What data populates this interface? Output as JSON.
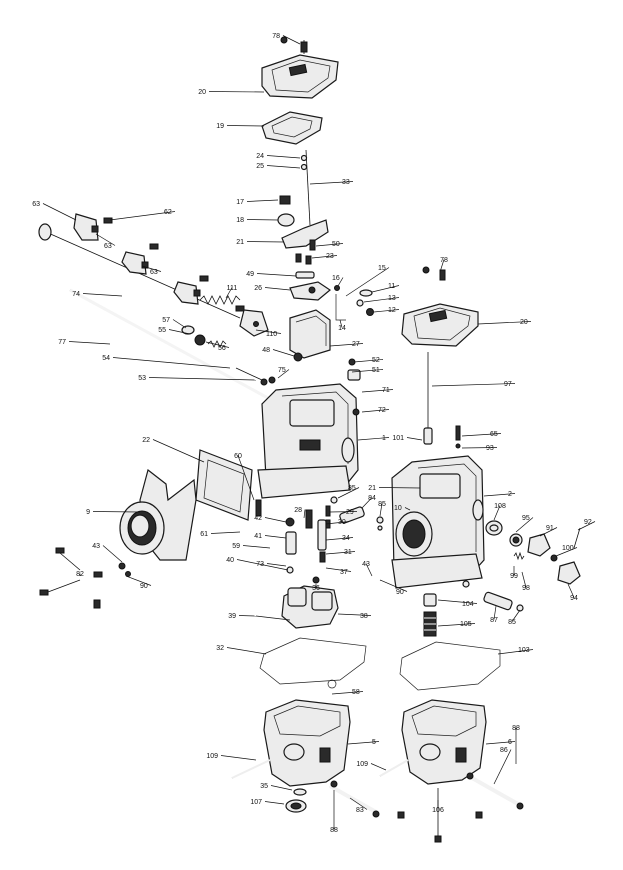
{
  "labels": [
    {
      "id": "c78a",
      "text": "78"
    },
    {
      "id": "c20a",
      "text": "20"
    },
    {
      "id": "c19",
      "text": "19"
    },
    {
      "id": "c24",
      "text": "24"
    },
    {
      "id": "c25",
      "text": "25"
    },
    {
      "id": "c33",
      "text": "33"
    },
    {
      "id": "c17",
      "text": "17"
    },
    {
      "id": "c18",
      "text": "18"
    },
    {
      "id": "c21a",
      "text": "21"
    },
    {
      "id": "c50",
      "text": "50"
    },
    {
      "id": "c23",
      "text": "23"
    },
    {
      "id": "c49",
      "text": "49"
    },
    {
      "id": "c16",
      "text": "16"
    },
    {
      "id": "c15",
      "text": "15"
    },
    {
      "id": "c11",
      "text": "11"
    },
    {
      "id": "c13",
      "text": "13"
    },
    {
      "id": "c12",
      "text": "12"
    },
    {
      "id": "c26",
      "text": "26"
    },
    {
      "id": "c14",
      "text": "14"
    },
    {
      "id": "c63a",
      "text": "63"
    },
    {
      "id": "c62",
      "text": "62"
    },
    {
      "id": "c63b",
      "text": "63"
    },
    {
      "id": "c63c",
      "text": "63"
    },
    {
      "id": "c74",
      "text": "74"
    },
    {
      "id": "c111",
      "text": "111"
    },
    {
      "id": "c110",
      "text": "110"
    },
    {
      "id": "c27",
      "text": "27"
    },
    {
      "id": "c48",
      "text": "48"
    },
    {
      "id": "c52",
      "text": "52"
    },
    {
      "id": "c51",
      "text": "51"
    },
    {
      "id": "c77",
      "text": "77"
    },
    {
      "id": "c57",
      "text": "57"
    },
    {
      "id": "c55",
      "text": "55"
    },
    {
      "id": "c56",
      "text": "56"
    },
    {
      "id": "c54",
      "text": "54"
    },
    {
      "id": "c53",
      "text": "53"
    },
    {
      "id": "c75",
      "text": "75"
    },
    {
      "id": "c71",
      "text": "71"
    },
    {
      "id": "c72",
      "text": "72"
    },
    {
      "id": "c78b",
      "text": "78"
    },
    {
      "id": "c20b",
      "text": "20"
    },
    {
      "id": "c97",
      "text": "97"
    },
    {
      "id": "c1",
      "text": "1"
    },
    {
      "id": "c101",
      "text": "101"
    },
    {
      "id": "c65",
      "text": "65"
    },
    {
      "id": "c93",
      "text": "93"
    },
    {
      "id": "c22",
      "text": "22"
    },
    {
      "id": "c60",
      "text": "60"
    },
    {
      "id": "c2",
      "text": "2"
    },
    {
      "id": "c21b",
      "text": "21"
    },
    {
      "id": "c9",
      "text": "9"
    },
    {
      "id": "c85a",
      "text": "85"
    },
    {
      "id": "c84",
      "text": "84"
    },
    {
      "id": "c85b",
      "text": "85"
    },
    {
      "id": "c10",
      "text": "10"
    },
    {
      "id": "c108",
      "text": "108"
    },
    {
      "id": "c95",
      "text": "95"
    },
    {
      "id": "c91",
      "text": "91"
    },
    {
      "id": "c92",
      "text": "92"
    },
    {
      "id": "c28",
      "text": "28"
    },
    {
      "id": "c29",
      "text": "29"
    },
    {
      "id": "c30",
      "text": "30"
    },
    {
      "id": "c61",
      "text": "61"
    },
    {
      "id": "c42",
      "text": "42"
    },
    {
      "id": "c34",
      "text": "34"
    },
    {
      "id": "c41",
      "text": "41"
    },
    {
      "id": "c59",
      "text": "59"
    },
    {
      "id": "c31",
      "text": "31"
    },
    {
      "id": "c40",
      "text": "40"
    },
    {
      "id": "c73",
      "text": "73"
    },
    {
      "id": "c37",
      "text": "37"
    },
    {
      "id": "c36",
      "text": "36"
    },
    {
      "id": "c43a",
      "text": "43"
    },
    {
      "id": "c90a",
      "text": "90"
    },
    {
      "id": "c82",
      "text": "82"
    },
    {
      "id": "c43b",
      "text": "43"
    },
    {
      "id": "c90b",
      "text": "90"
    },
    {
      "id": "c100",
      "text": "100"
    },
    {
      "id": "c99",
      "text": "99"
    },
    {
      "id": "c98",
      "text": "98"
    },
    {
      "id": "c94",
      "text": "94"
    },
    {
      "id": "c104",
      "text": "104"
    },
    {
      "id": "c87",
      "text": "87"
    },
    {
      "id": "c85c",
      "text": "85"
    },
    {
      "id": "c105",
      "text": "105"
    },
    {
      "id": "c39",
      "text": "39"
    },
    {
      "id": "c38",
      "text": "38"
    },
    {
      "id": "c32",
      "text": "32"
    },
    {
      "id": "c103",
      "text": "103"
    },
    {
      "id": "c58",
      "text": "58"
    },
    {
      "id": "c5",
      "text": "5"
    },
    {
      "id": "c6",
      "text": "6"
    },
    {
      "id": "c109a",
      "text": "109"
    },
    {
      "id": "c109b",
      "text": "109"
    },
    {
      "id": "c88a",
      "text": "88"
    },
    {
      "id": "c86",
      "text": "86"
    },
    {
      "id": "c35",
      "text": "35"
    },
    {
      "id": "c107",
      "text": "107"
    },
    {
      "id": "c83",
      "text": "83"
    },
    {
      "id": "c88b",
      "text": "88"
    },
    {
      "id": "c106",
      "text": "106"
    }
  ]
}
